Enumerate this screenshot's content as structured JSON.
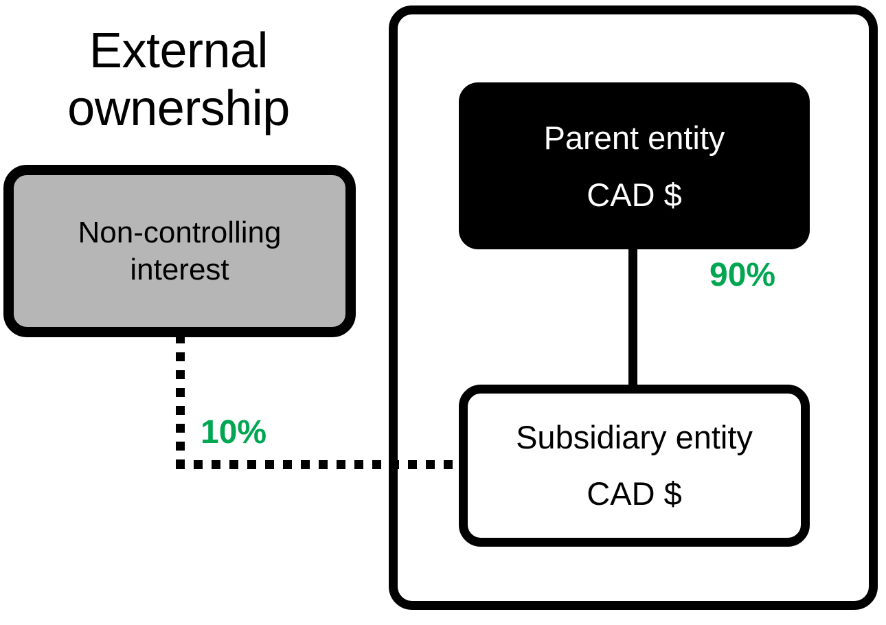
{
  "diagram": {
    "title": "External ownership",
    "title_lines": [
      "External",
      "ownership"
    ],
    "colors": {
      "accent_green": "#00a651",
      "parent_fill": "#000000",
      "nci_fill": "#b6b6b6",
      "subsidiary_fill": "#ffffff",
      "stroke": "#000000"
    },
    "nodes": {
      "parent": {
        "name": "Parent entity",
        "currency": "CAD $"
      },
      "subsidiary": {
        "name": "Subsidiary entity",
        "currency": "CAD $"
      },
      "non_controlling_interest": {
        "line1": "Non-controlling",
        "line2": "interest"
      }
    },
    "edges": {
      "parent_to_subsidiary": {
        "label": "90%",
        "style": "solid"
      },
      "nci_to_subsidiary": {
        "label": "10%",
        "style": "dotted"
      }
    }
  }
}
